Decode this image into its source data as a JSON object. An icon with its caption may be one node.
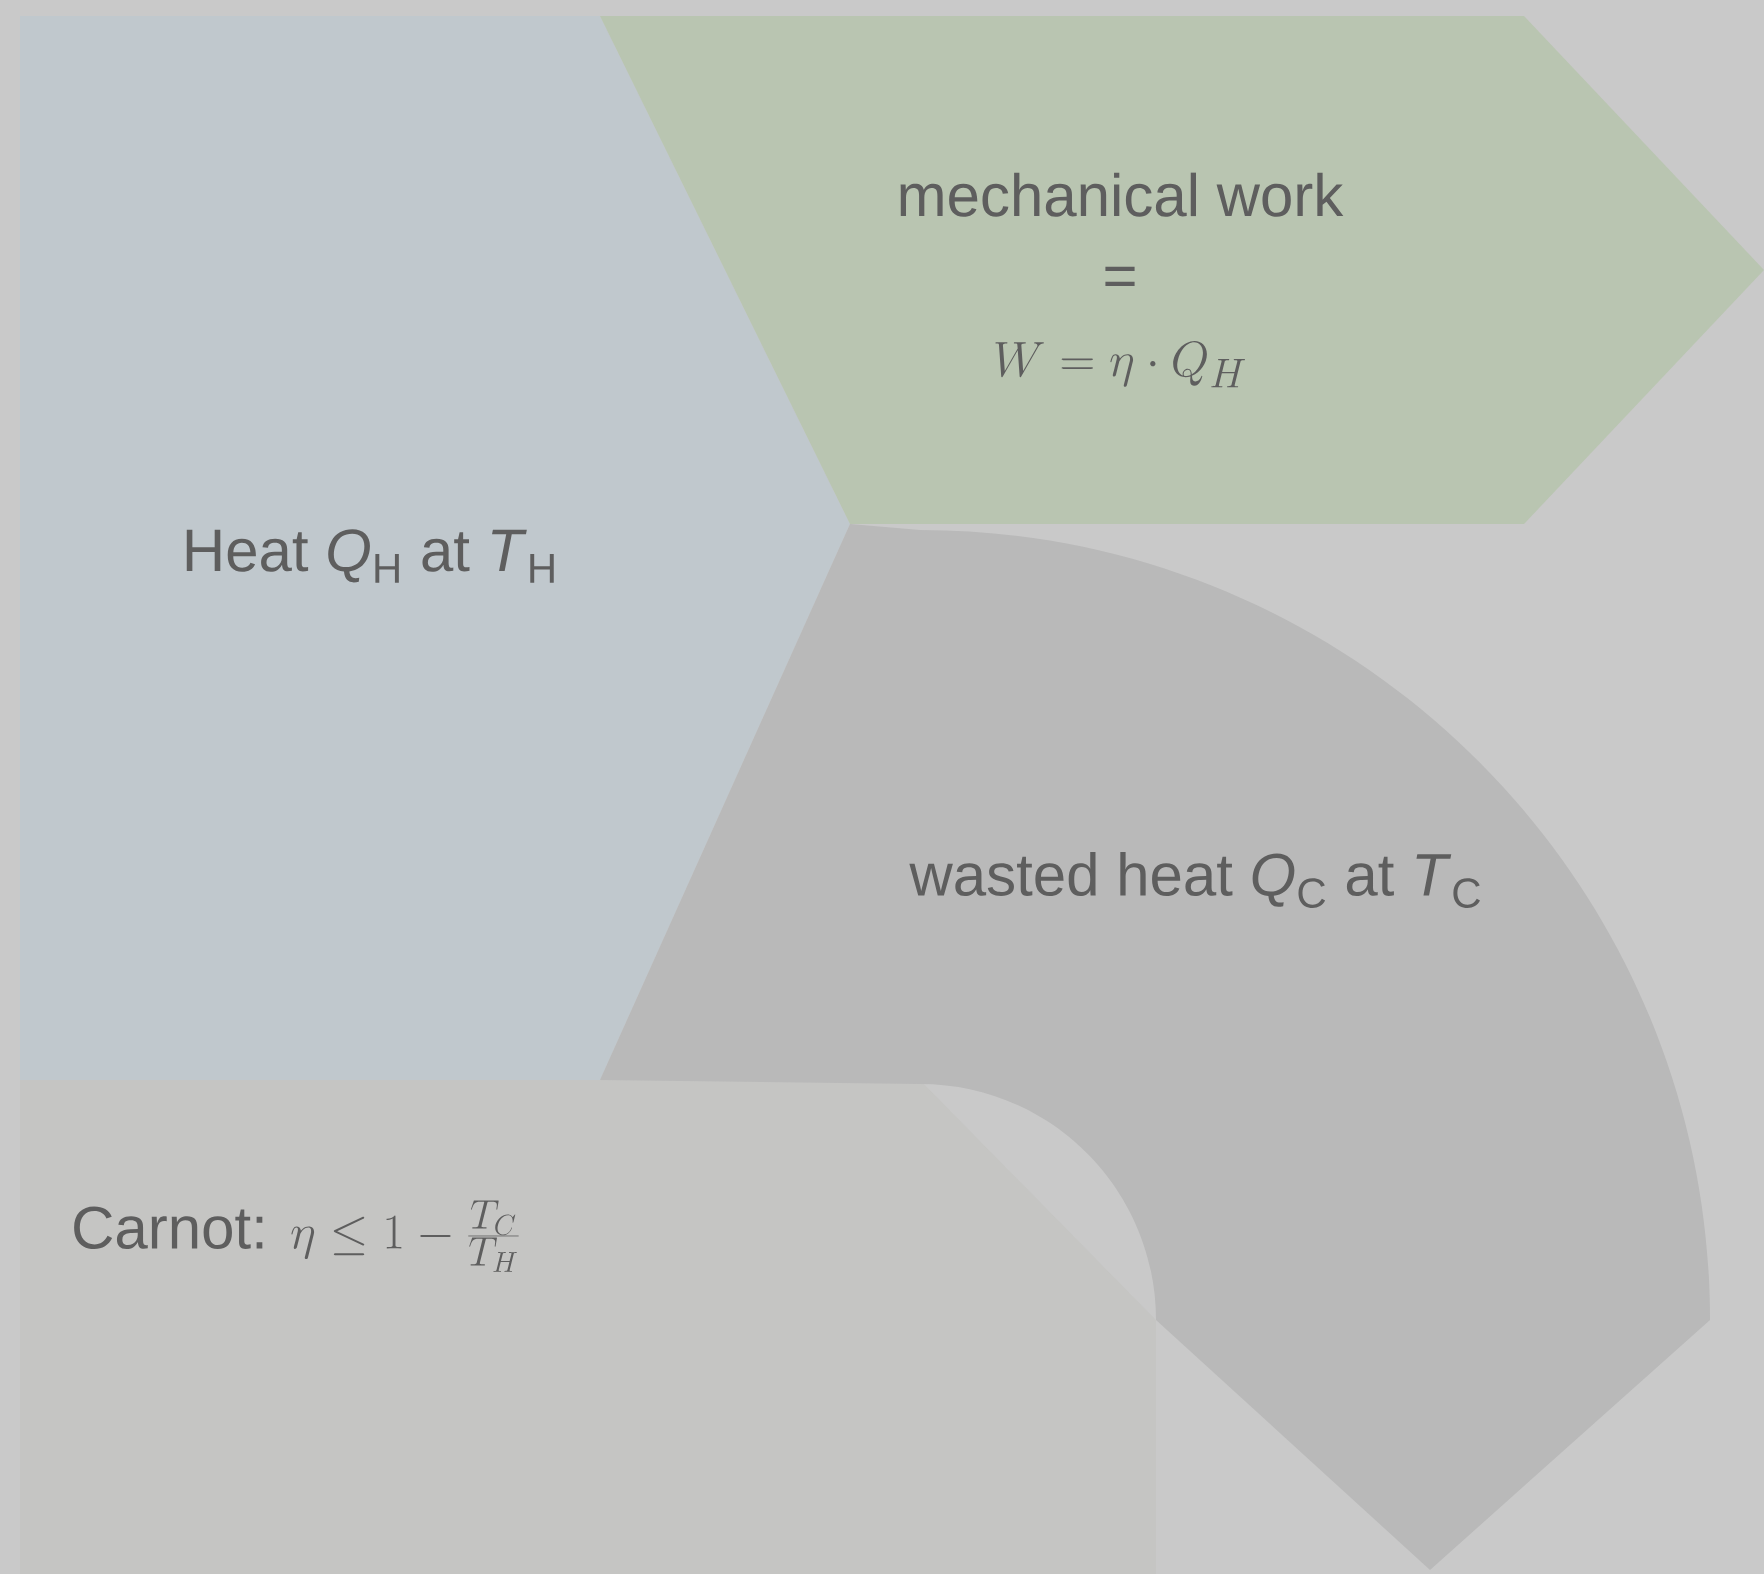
{
  "diagram": {
    "nodes": [
      {
        "text": [
          "Heat *Q*$_{H}$ at *T*$_{H}$"
        ]
      },
      {
        "text": [
          "mechanical work",
          "=",
          "W = \\eta \\cdot Q_H"
        ]
      },
      {
        "text": [
          "wasted heat *Q*$_{C}$ at *T*$_{C}$"
        ]
      }
    ],
    "labels": [
      "Carnot:",
      "\\eta \\leq 1 - \\frac{T_C}{T_H}"
    ]
  }
}
